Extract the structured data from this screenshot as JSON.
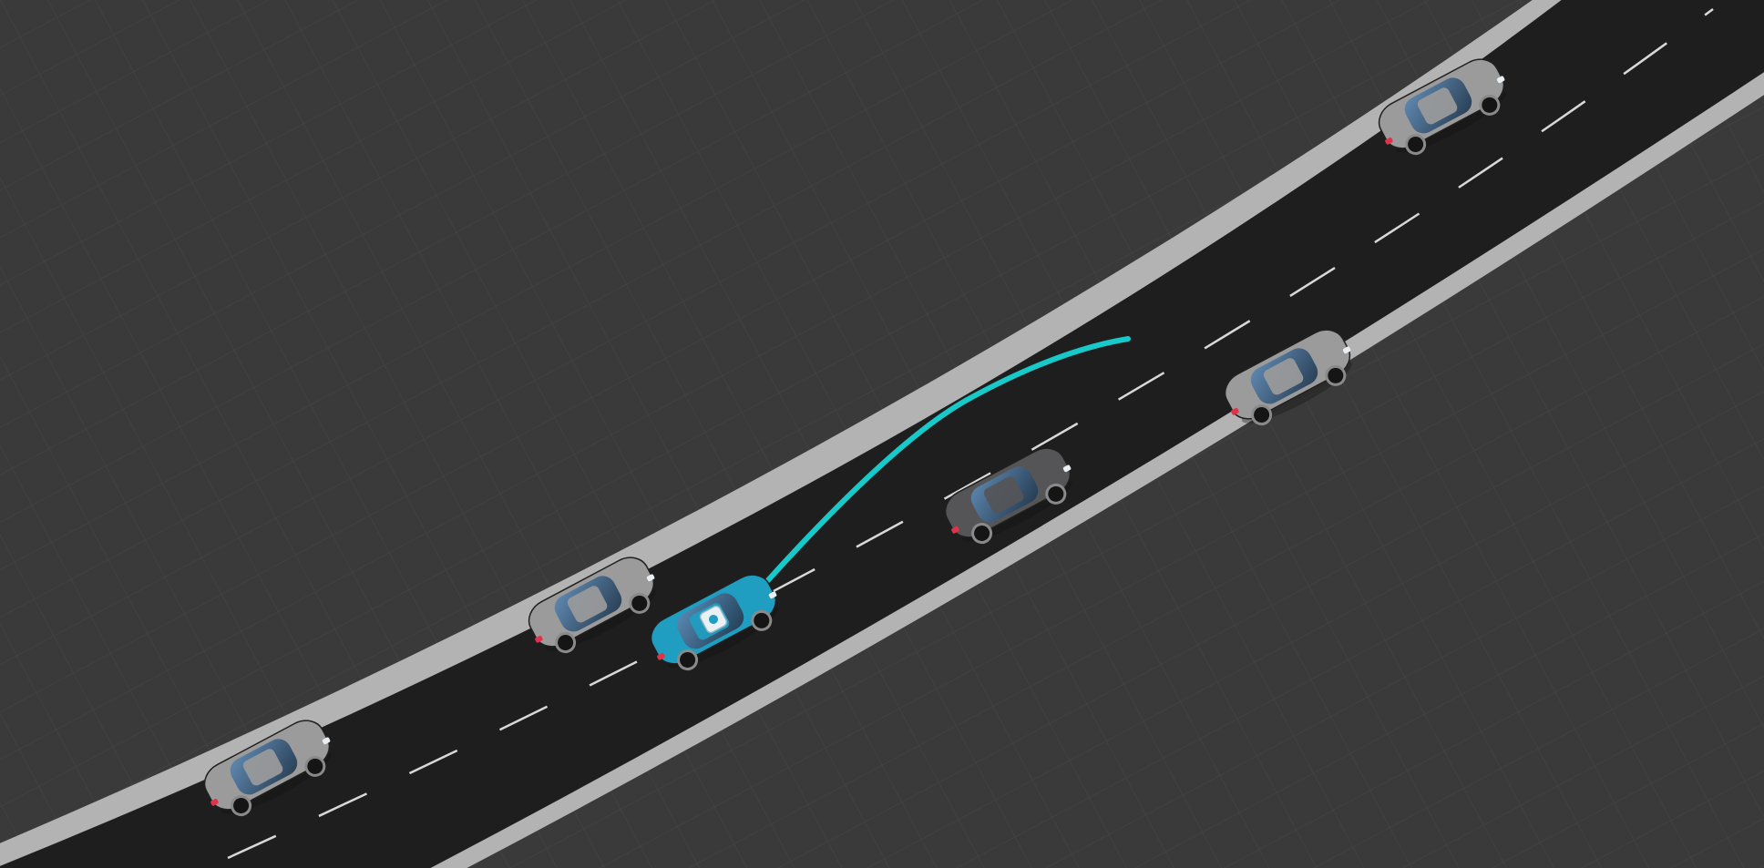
{
  "scene": {
    "colors": {
      "background": "#3a3a3a",
      "grid": "#444444",
      "shoulder": "#b3b3b3",
      "road": "#1e1e1e",
      "lane_marking": "#d8d8d8",
      "planned_path": "#18c9c9",
      "ego_vehicle": "#1f9ec1",
      "other_vehicle_light": "#9b9b9b",
      "other_vehicle_dark": "#555558",
      "window": "#2e4a66"
    },
    "vehicles": [
      {
        "role": "ego",
        "name": "ego-autonomous-vehicle",
        "color_key": "ego_vehicle",
        "has_sensor_pod": true
      },
      {
        "role": "other",
        "name": "vehicle-left-lane-rear",
        "color_key": "other_vehicle_light",
        "has_sensor_pod": false
      },
      {
        "role": "other",
        "name": "vehicle-left-lane-adjacent",
        "color_key": "other_vehicle_light",
        "has_sensor_pod": false
      },
      {
        "role": "other",
        "name": "vehicle-right-lane-ahead",
        "color_key": "other_vehicle_dark",
        "has_sensor_pod": false
      },
      {
        "role": "other",
        "name": "vehicle-right-lane-far",
        "color_key": "other_vehicle_light",
        "has_sensor_pod": false
      },
      {
        "role": "other",
        "name": "vehicle-left-lane-far",
        "color_key": "other_vehicle_light",
        "has_sensor_pod": false
      }
    ]
  }
}
